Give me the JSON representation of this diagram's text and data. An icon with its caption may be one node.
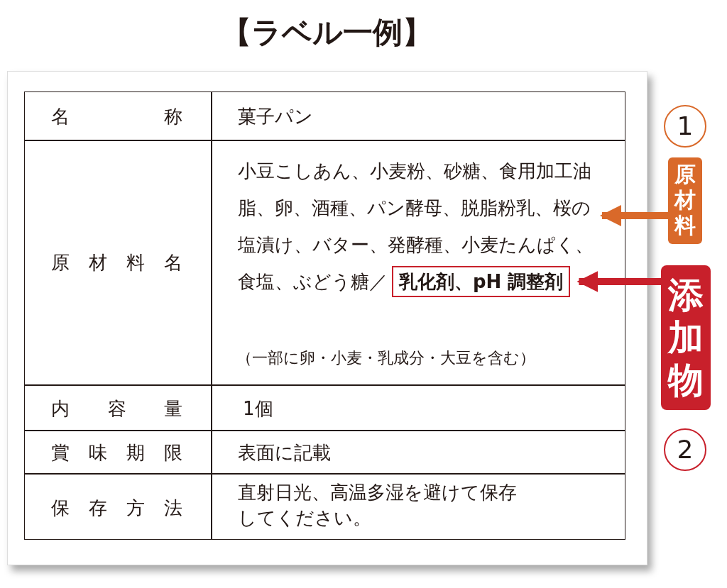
{
  "diagram": {
    "title": "【ラベル一例】",
    "nodes": [
      {
        "text": [
          "小豆こしあん、小麦粉、砂糖、食用加工油脂、卵、酒種、パン酵母、脱脂粉乳、桜の塩漬け、バター、発酵種、小麦たんぱく、食塩、ぶどう糖／"
        ]
      },
      {
        "text": [
          "乳化剤、pH 調整剤"
        ]
      },
      {
        "text": [
          "1"
        ]
      },
      {
        "text": [
          "原材料"
        ]
      },
      {
        "text": [
          "添加物"
        ]
      },
      {
        "text": [
          "2"
        ]
      }
    ],
    "edges": [
      {
        "from": 3,
        "to": 0,
        "arrow": "to",
        "color": "#d9692a"
      },
      {
        "from": 4,
        "to": 1,
        "arrow": "to",
        "color": "#c8202b"
      }
    ],
    "labels": [
      "名称",
      "菓子パン",
      "原材料名",
      "（一部に卵・小麦・乳成分・大豆を含む）",
      "内容量",
      "1個",
      "賞味期限",
      "表面に記載",
      "保存方法",
      "直射日光、高温多湿を避けて保存してください。"
    ]
  }
}
